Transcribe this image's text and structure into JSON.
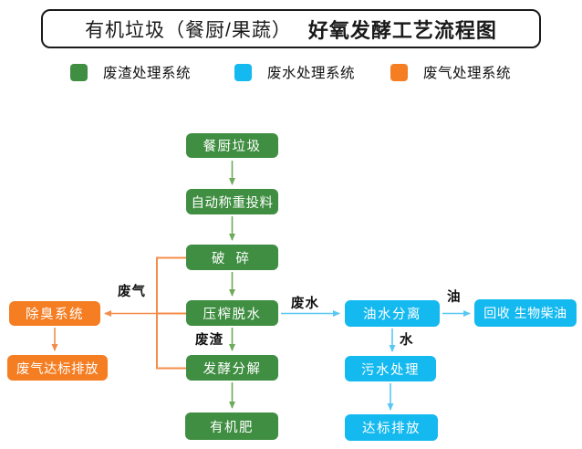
{
  "title": {
    "normal": "有机垃圾（餐厨/果蔬）",
    "bold": "好氧发酵工艺流程图"
  },
  "legend": {
    "items": [
      {
        "label": "废渣处理系统",
        "color": "#3f8e41"
      },
      {
        "label": "废水处理系统",
        "color": "#14b9ef"
      },
      {
        "label": "废气处理系统",
        "color": "#f57d22"
      }
    ]
  },
  "nodes": {
    "kitchen_waste": "餐厨垃圾",
    "auto_weigh_feed": "自动称重投料",
    "crushing": "破 碎",
    "press_dewatering": "压榨脱水",
    "fermentation": "发酵分解",
    "organic_fertilizer": "有机肥",
    "deodorization_system": "除臭系统",
    "gas_standard_discharge": "废气达标排放",
    "oil_water_separation": "油水分离",
    "sewage_treatment": "污水处理",
    "standard_discharge": "达标排放",
    "biodiesel_recovery": "回收 生物柴油"
  },
  "edge_labels": {
    "waste_gas": "废气",
    "waste_residue": "废渣",
    "waste_water": "废水",
    "water": "水",
    "oil": "油"
  },
  "colors": {
    "green_box": "#3f8e41",
    "blue_box": "#14b9ef",
    "orange_box": "#f57d22",
    "green_arrow": "#6faa5a",
    "blue_arrow": "#59c7f3",
    "orange_arrow": "#f58d4a",
    "title_border": "#1a1a1a"
  }
}
